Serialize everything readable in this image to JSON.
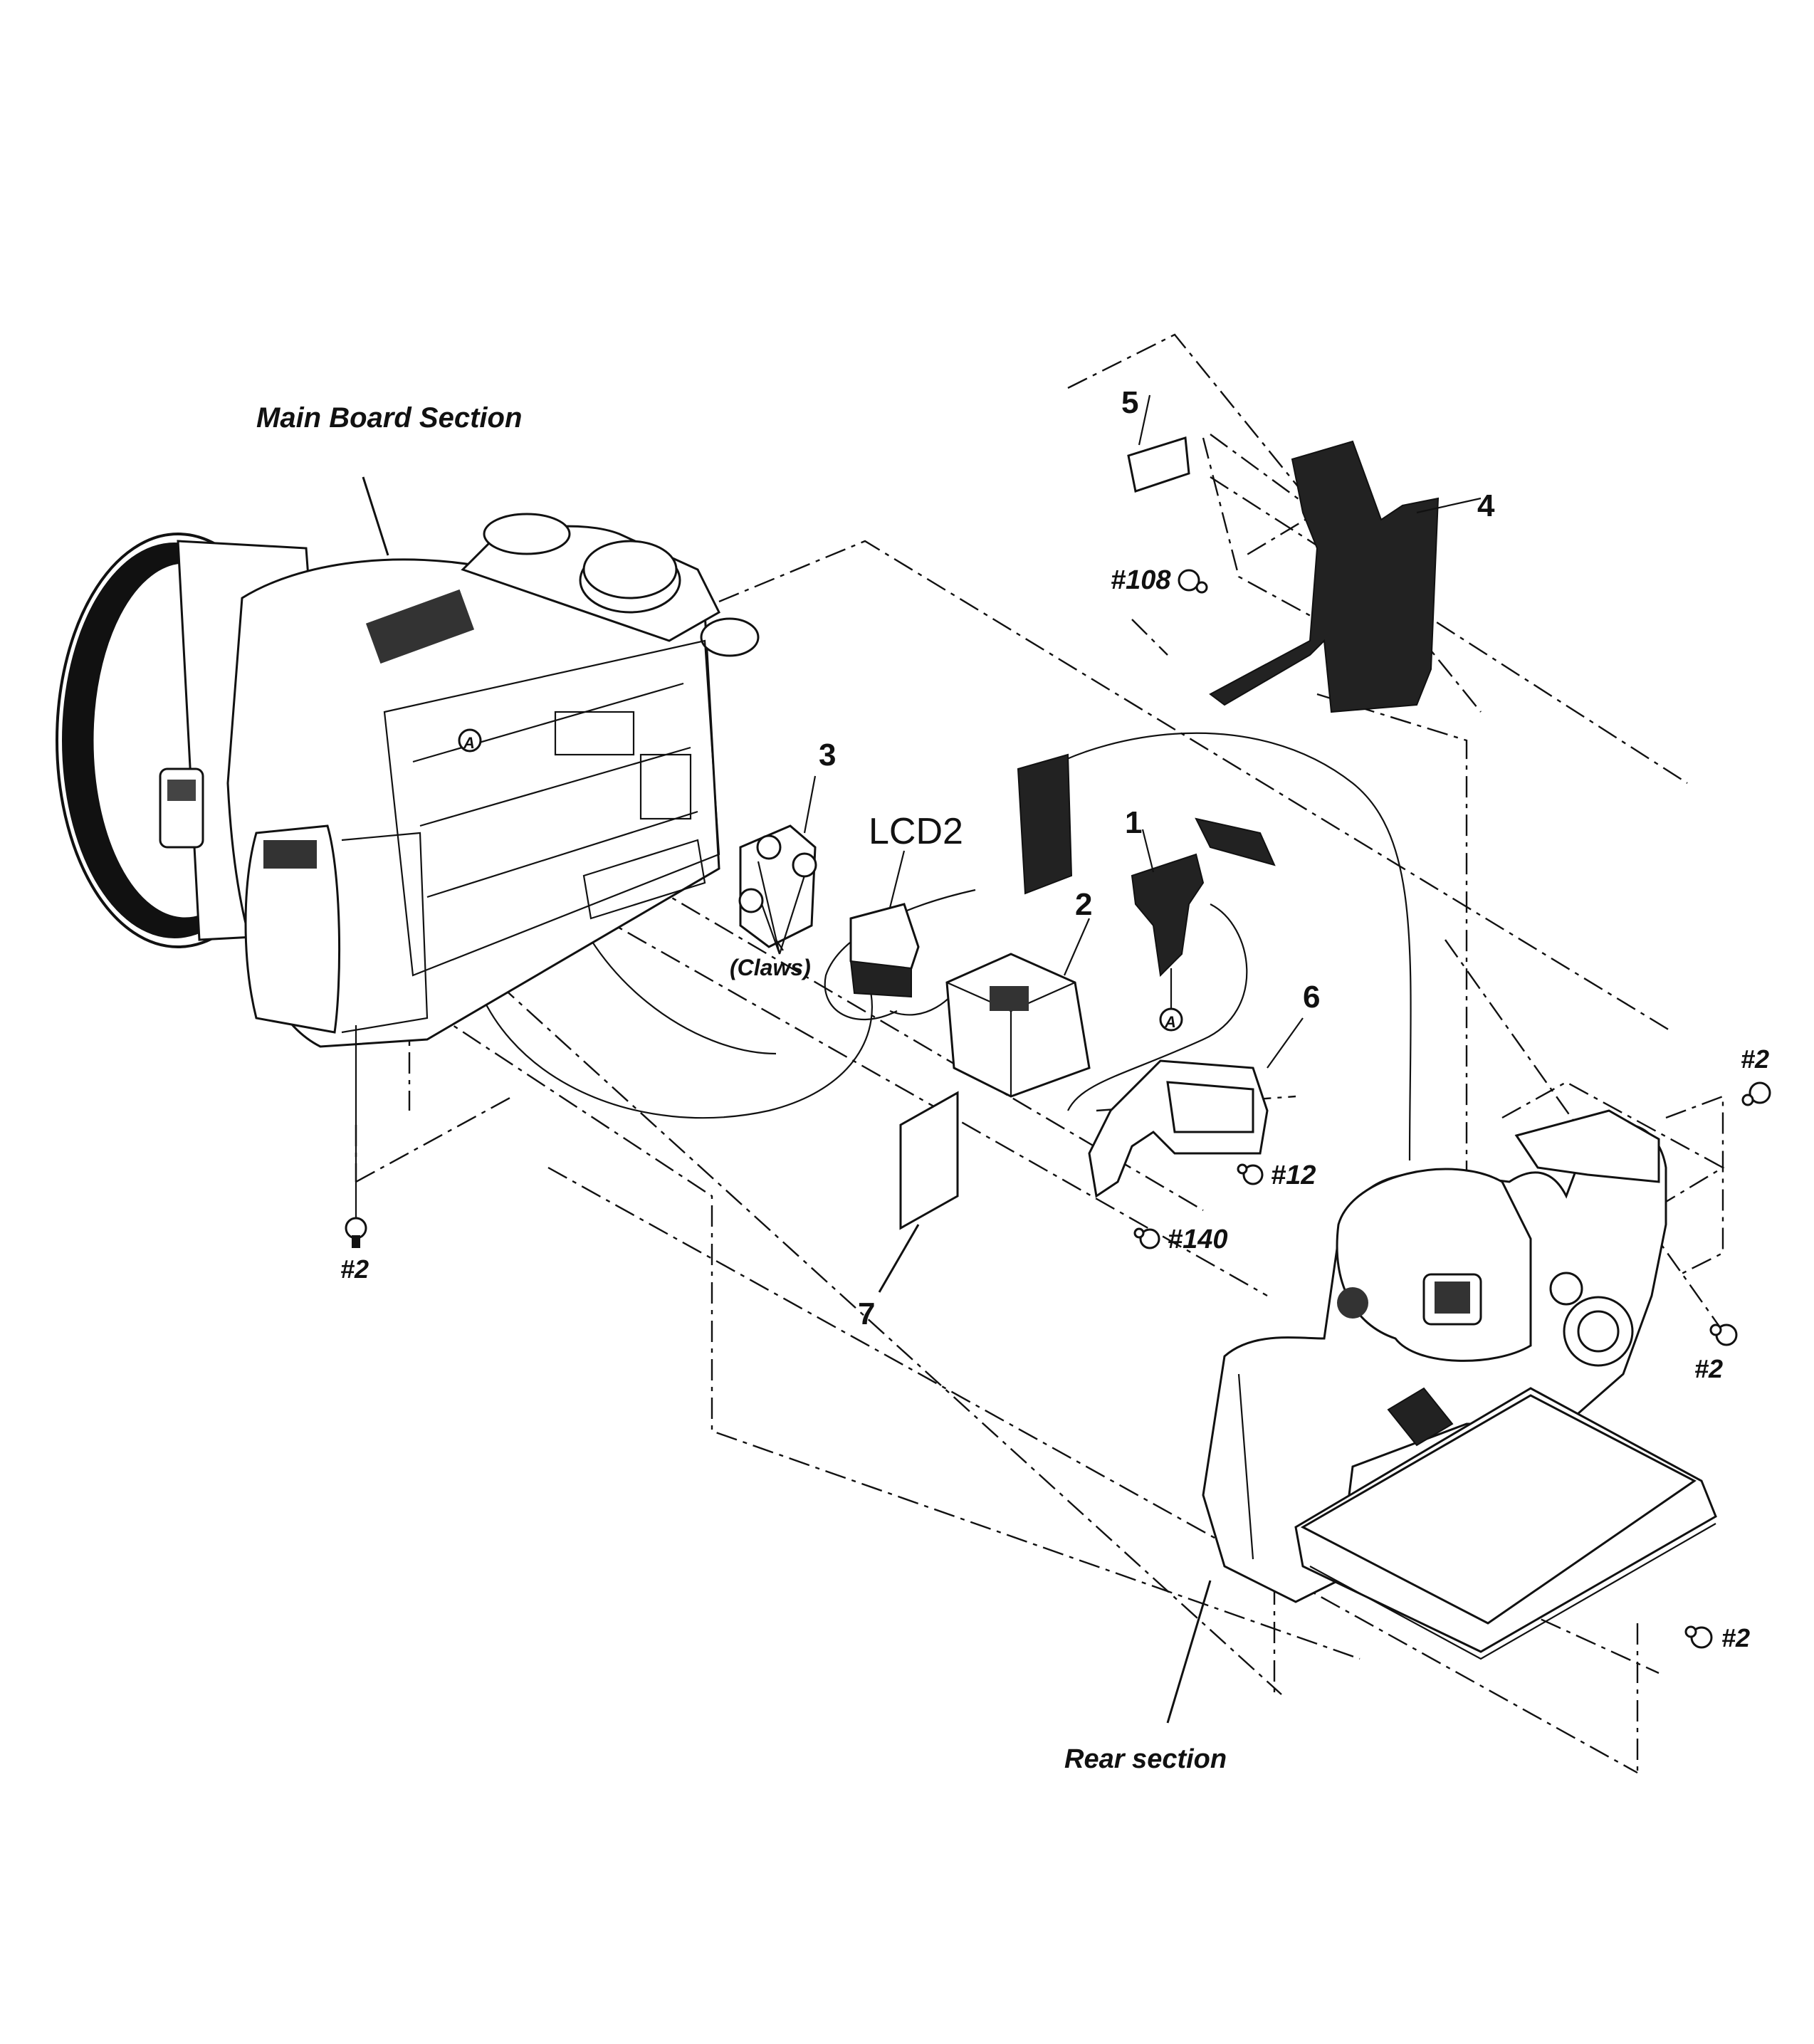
{
  "labels": {
    "main_board_section": "Main Board Section",
    "rear_section": "Rear section",
    "lcd2": "LCD2",
    "claws": "(Claws)",
    "part_1": "1",
    "part_2": "2",
    "part_3": "3",
    "part_4": "4",
    "part_5": "5",
    "part_6": "6",
    "part_7": "7",
    "marker_a_1": "A",
    "marker_a_2": "A",
    "screw_108": "#108",
    "screw_12": "#12",
    "screw_140": "#140",
    "screw_2_left": "#2",
    "screw_2_right_top": "#2",
    "screw_2_right_mid": "#2",
    "screw_2_right_bottom": "#2"
  }
}
